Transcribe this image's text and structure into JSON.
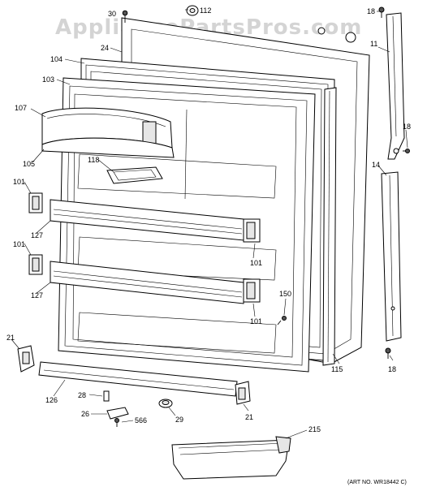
{
  "watermark": "AppliancePartsPros.com",
  "art_number": "(ART NO. WR18442 C)",
  "callouts": {
    "c30": "30",
    "c112": "112",
    "c18_top": "18",
    "c11": "11",
    "c24": "24",
    "c104": "104",
    "c103": "103",
    "c107": "107",
    "c105": "105",
    "c118": "118",
    "c18_right": "18",
    "c14": "14",
    "c101_a": "101",
    "c127_a": "127",
    "c101_b": "101",
    "c101_c": "101",
    "c127_b": "127",
    "c150": "150",
    "c101_d": "101",
    "c21_left": "21",
    "c115": "115",
    "c18_bottom": "18",
    "c126": "126",
    "c28": "28",
    "c26": "26",
    "c566": "566",
    "c29": "29",
    "c21_right": "21",
    "c215": "215"
  }
}
